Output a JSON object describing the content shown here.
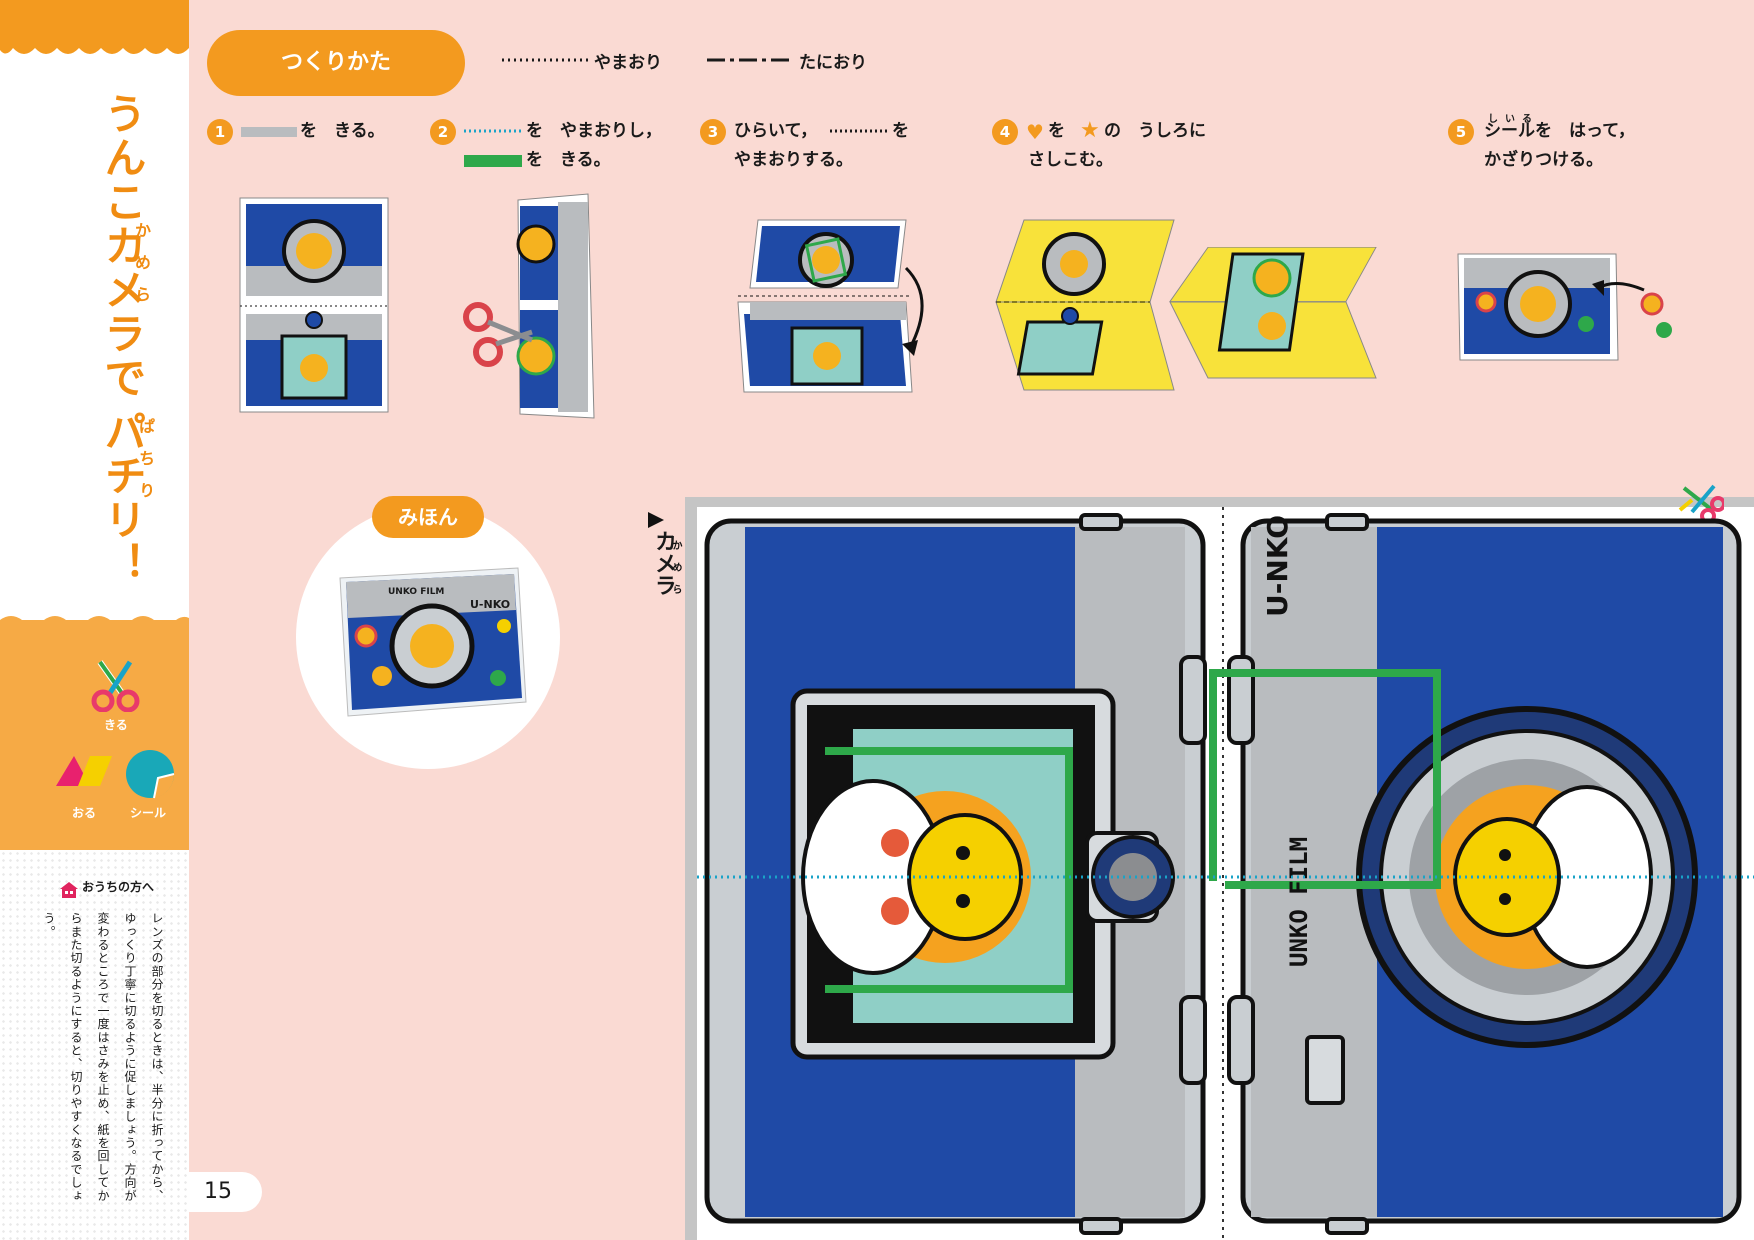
{
  "sidebar": {
    "title_part1": "うんこカメラで",
    "title_ruby1": "かめら",
    "title_part2": "パチリ！",
    "title_ruby2": "ぱちり",
    "icons": [
      {
        "name": "scissors-icon",
        "label": "きる"
      },
      {
        "name": "fold-icon",
        "label": "おる"
      },
      {
        "name": "sticker-icon",
        "label": "シール"
      }
    ],
    "notes_title": "おうちの方へ",
    "notes_body": "レンズの部分を切るときは、半分に折ってから、ゆっくり丁寧に切るように促しましょう。方向が変わるところで一度はさみを止め、紙を回してからまた切るようにすると、切りやすくなるでしょう。"
  },
  "page_number": "15",
  "header": {
    "pill": "つくりかた",
    "legend_mountain": "やまおり",
    "legend_valley": "たにおり"
  },
  "steps": [
    {
      "num": "1",
      "line1": "を　きる。"
    },
    {
      "num": "2",
      "line1": "を　やまおりし，",
      "line2": "を　きる。"
    },
    {
      "num": "3",
      "line1": "ひらいて，",
      "line1b": "を",
      "line2": "やまおりする。"
    },
    {
      "num": "4",
      "line1a": "を",
      "line1b": "の　うしろに",
      "line2": "さしこむ。"
    },
    {
      "num": "5",
      "ruby": "しいる",
      "line1": "シールを　はって，",
      "line2": "かざりつける。"
    }
  ],
  "sample": {
    "label": "みほん",
    "film_text": "UNKO FILM",
    "brand_text": "U-NKO"
  },
  "cutout": {
    "label": "カメラ",
    "ruby": "かめら",
    "brand_text": "U-NKO",
    "film_text": "UNKO FILM"
  },
  "colors": {
    "orange": "#f39a1f",
    "blue": "#1f4aa6",
    "green": "#2ea84a",
    "pink_bg": "#fadad3",
    "grey": "#b9bcbf"
  }
}
